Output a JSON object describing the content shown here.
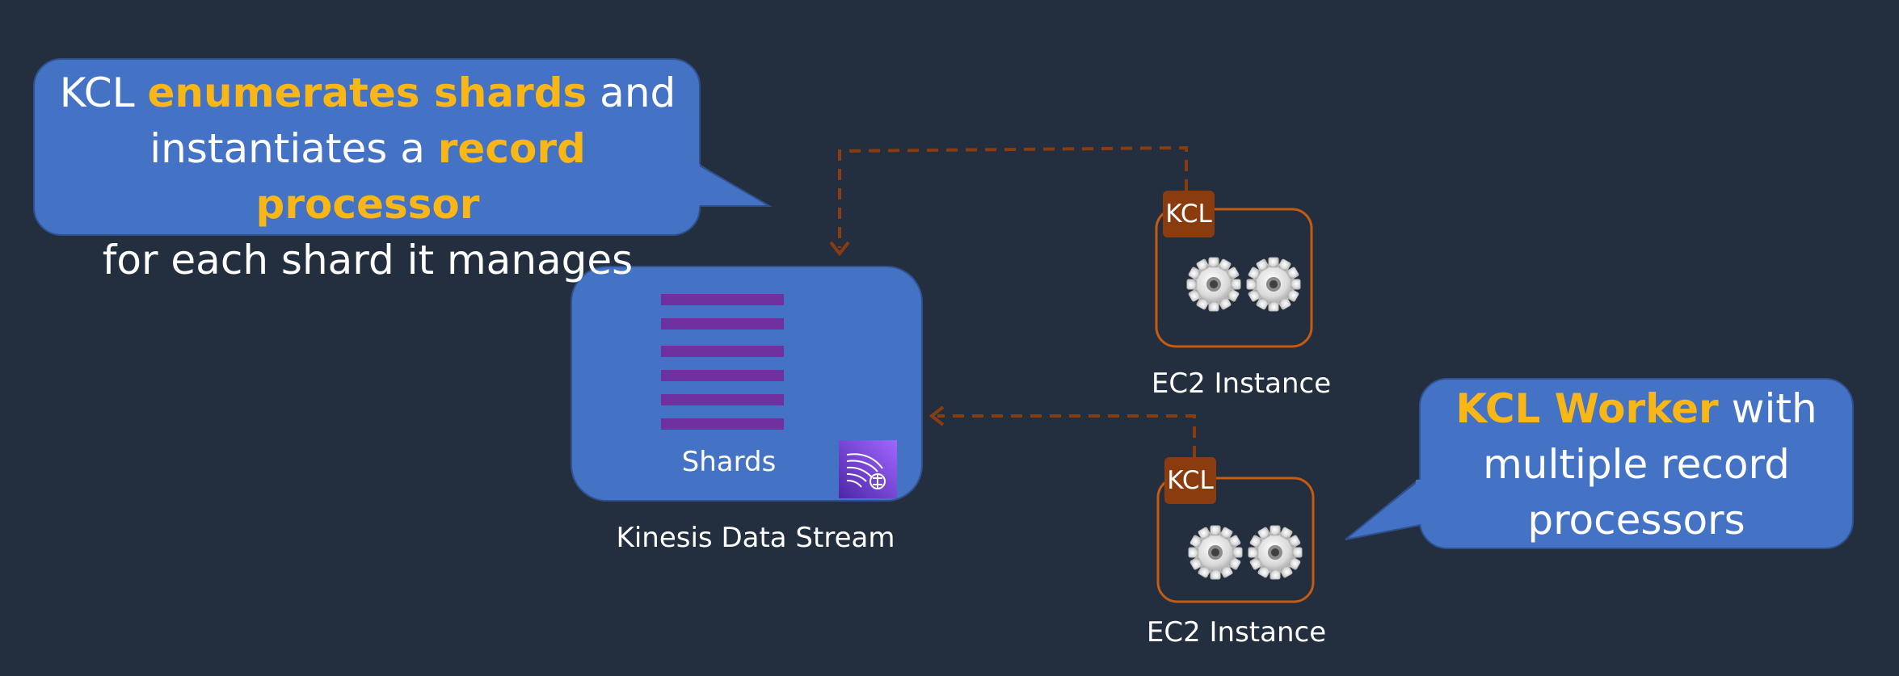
{
  "callout_left": {
    "line1": [
      "KCL ",
      "enumerates shards",
      " and"
    ],
    "line2": [
      "instantiates a ",
      "record processor",
      ""
    ],
    "line3": "for each shard it manages"
  },
  "callout_right": {
    "line1": [
      "KCL Worker",
      " with"
    ],
    "line2": "multiple record",
    "line3": "processors"
  },
  "stream": {
    "shards_label": "Shards",
    "caption": "Kinesis Data Stream",
    "icon": "kinesis-data-streams-icon"
  },
  "instances": [
    {
      "badge": "KCL",
      "caption": "EC2 Instance",
      "icon": "gear-icon"
    },
    {
      "badge": "KCL",
      "caption": "EC2 Instance",
      "icon": "gear-icon"
    }
  ],
  "colors": {
    "background": "#232f3e",
    "callout": "#4472c4",
    "highlight": "#f8b617",
    "shard_bar": "#7030a0",
    "kcl_badge": "#8a3c0e",
    "instance_border": "#c55a11",
    "arrow": "#8a3c0e",
    "kinesis_icon": "#8c4fff"
  }
}
